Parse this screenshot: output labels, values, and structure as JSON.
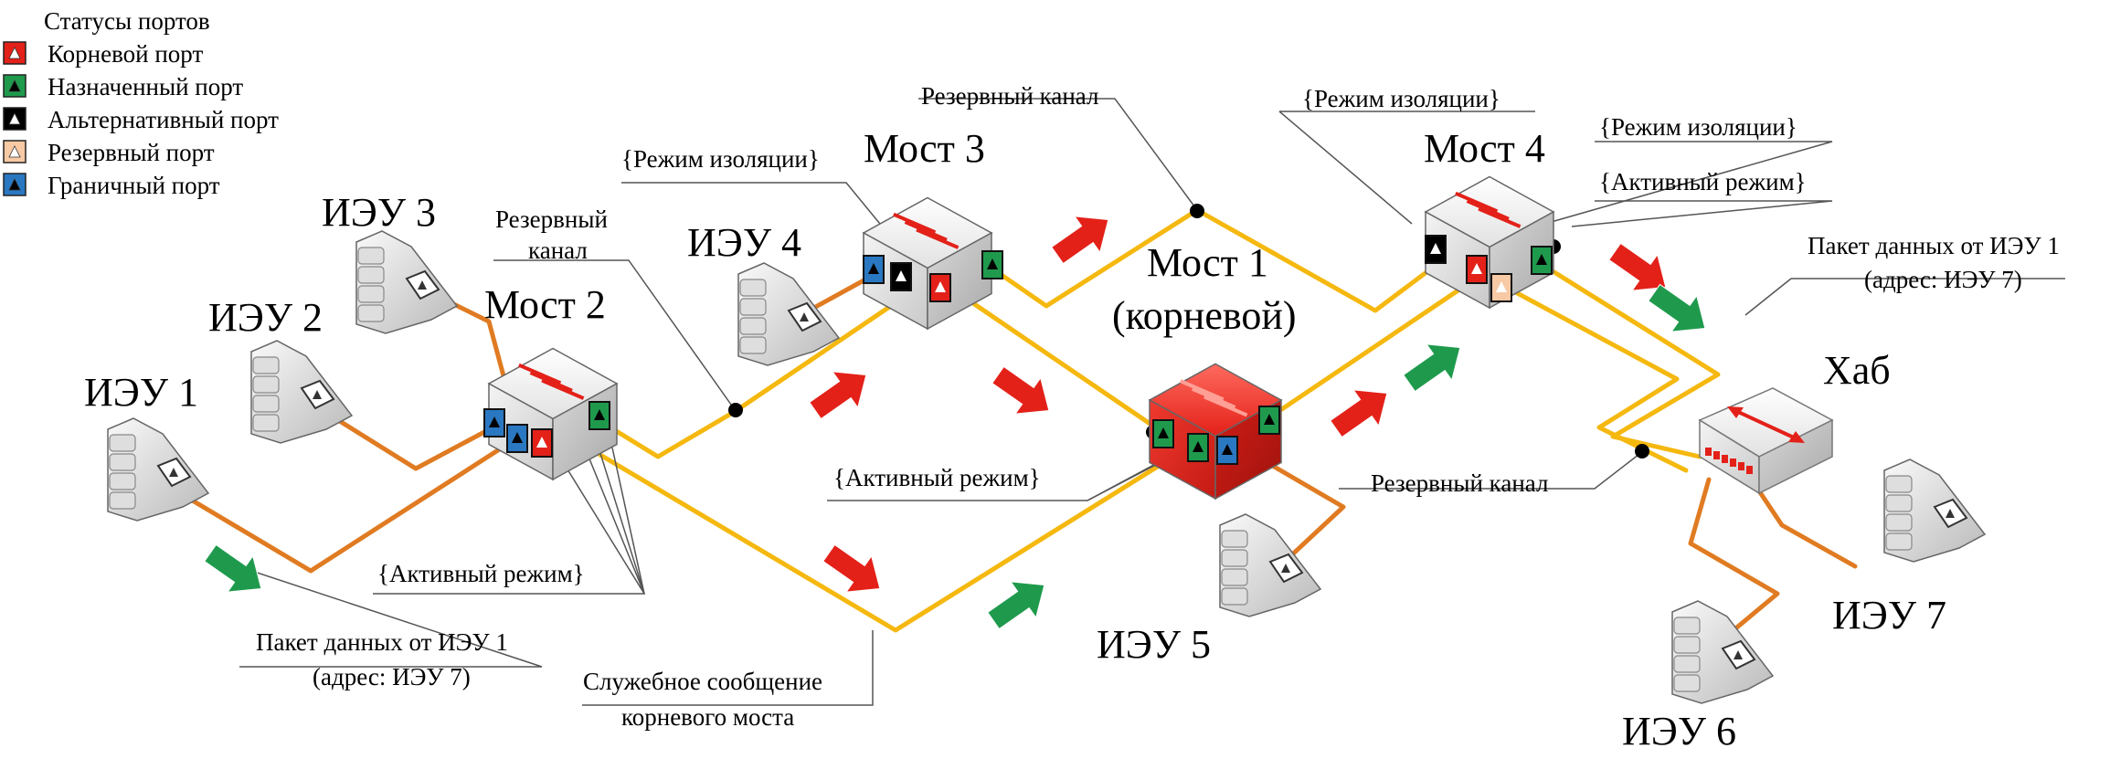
{
  "legend": {
    "title": "Статусы портов",
    "items": [
      {
        "label": "Корневой порт",
        "color": "#e32119",
        "mark": "#ffffff"
      },
      {
        "label": "Назначенный порт",
        "color": "#1f9a4d",
        "mark": "#000000"
      },
      {
        "label": "Альтернативный порт",
        "color": "#000000",
        "mark": "#ffffff"
      },
      {
        "label": "Резервный порт",
        "color": "#f7c9a4",
        "mark": "#ffffff"
      },
      {
        "label": "Граничный порт",
        "color": "#2a78c2",
        "mark": "#000000"
      }
    ]
  },
  "devices": {
    "ieu1": "ИЭУ 1",
    "ieu2": "ИЭУ 2",
    "ieu3": "ИЭУ 3",
    "ieu4": "ИЭУ 4",
    "ieu5": "ИЭУ 5",
    "ieu6": "ИЭУ 6",
    "ieu7": "ИЭУ 7",
    "bridge1_line1": "Мост 1",
    "bridge1_line2": "(корневой)",
    "bridge2": "Мост 2",
    "bridge3": "Мост 3",
    "bridge4": "Мост 4",
    "hub": "Хаб"
  },
  "callouts": {
    "reserve_channel_top": "Резервный канал",
    "reserve_channel_left_1": "Резервный",
    "reserve_channel_left_2": "канал",
    "reserve_channel_right": "Резервный канал",
    "isolation_b3": "{Режим изоляции}",
    "isolation_b4_left": "{Режим изоляции}",
    "isolation_b4_right": "{Режим изоляции}",
    "active_b4": "{Активный режим}",
    "active_b1": "{Активный режим}",
    "active_b2": "{Активный режим}",
    "packet_left_1": "Пакет данных от ИЭУ 1",
    "packet_left_2": "(адрес: ИЭУ 7)",
    "packet_right_1": "Пакет данных от ИЭУ 1",
    "packet_right_2": "(адрес: ИЭУ 7)",
    "service_1": "Служебное сообщение",
    "service_2": "корневого моста"
  },
  "colors": {
    "trunk_link": "#f5b80f",
    "access_link": "#e07b22",
    "root_bridge": "#e32119",
    "service_arrow": "#e32119",
    "data_arrow": "#1f9a4d"
  }
}
